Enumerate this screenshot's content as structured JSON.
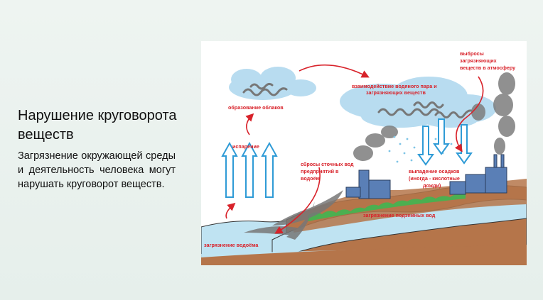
{
  "slide": {
    "title": "Нарушение круговорота веществ",
    "body": "Загрязнение окружающей среды и деятельность человека могут нарушать круговорот веществ."
  },
  "diagram": {
    "labels": {
      "cloud_formation": "образование облаков",
      "evaporation": "испарение",
      "interaction_line1": "взаимодействие водяного пара и",
      "interaction_line2": "загрязняющих веществ",
      "emissions_line1": "выбросы",
      "emissions_line2": "загрязняющих",
      "emissions_line3": "веществ в атмосферу",
      "discharge_line1": "сбросы сточных вод",
      "discharge_line2": "предприятий в",
      "discharge_line3": "водоём",
      "precip_line1": "выпадение осадков",
      "precip_line2": "(иногда - кислотные",
      "precip_line3": "дожди)",
      "groundwater": "загрязнение подземных вод",
      "water_body": "загрязнение водоёма"
    },
    "colors": {
      "label": "#d8222a",
      "water": "#bfe3f2",
      "soil": "#b5754a",
      "factory": "#5a7fb6",
      "smoke": "#777777",
      "arrow_up": "#2f9bd6",
      "vegetation": "#4caf50"
    }
  }
}
